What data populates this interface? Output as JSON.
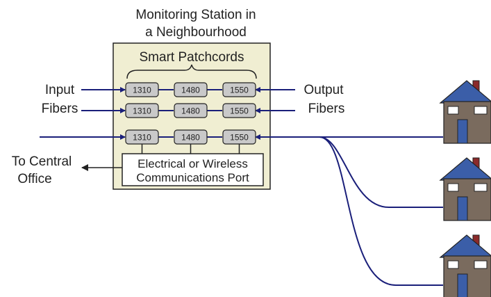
{
  "station": {
    "title_line1": "Monitoring Station in",
    "title_line2": "a Neighbourhood",
    "patchcords_label": "Smart Patchcords",
    "port_line1": "Electrical or Wireless",
    "port_line2": "Communications Port"
  },
  "labels": {
    "input_line1": "Input",
    "input_line2": "Fibers",
    "output_line1": "Output",
    "output_line2": "Fibers",
    "central_line1": "To Central",
    "central_line2": "Office"
  },
  "rows": [
    {
      "wavelengths": [
        "1310",
        "1480",
        "1550"
      ]
    },
    {
      "wavelengths": [
        "1310",
        "1480",
        "1550"
      ]
    },
    {
      "wavelengths": [
        "1310",
        "1480",
        "1550"
      ]
    }
  ],
  "colors": {
    "box_fill": "#f0eed2",
    "fiber": "#1a1f7a",
    "patch_fill": "#c9c9c9",
    "house_wall": "#7a6b5e",
    "house_roof": "#3b5ea8",
    "house_door": "#3b5ea8",
    "chimney": "#8b2a2a"
  }
}
